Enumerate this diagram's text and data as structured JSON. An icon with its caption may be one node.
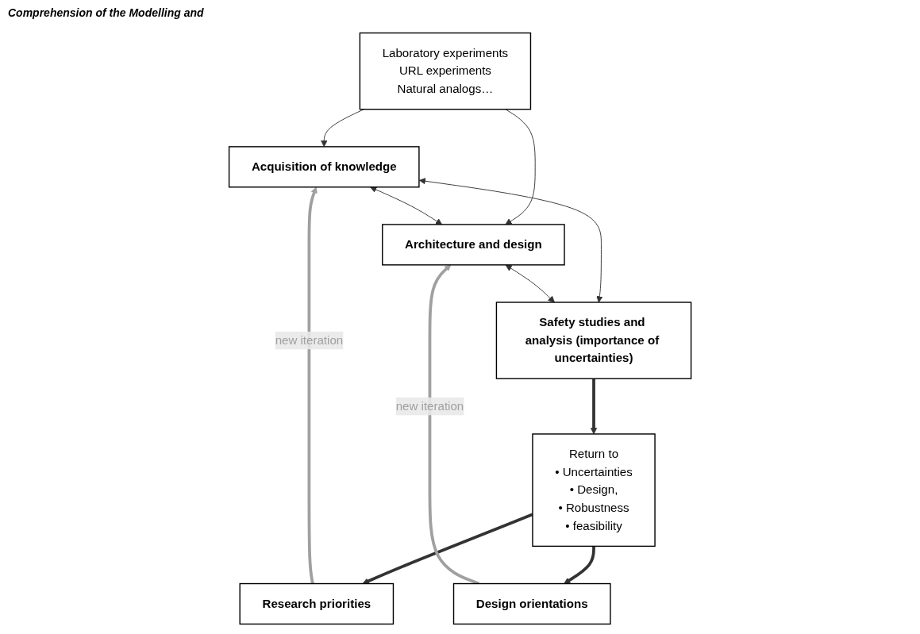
{
  "diagram": {
    "nodes": [
      {
        "text": [
          "Laboratory experiments",
          "URL experiments",
          "Natural analogs…"
        ]
      },
      {
        "text": [
          "Acquisition of knowledge"
        ]
      },
      {
        "text": [
          "Architecture and design"
        ]
      },
      {
        "text": [
          "Safety studies and analysis (importance of uncertainties)"
        ]
      },
      {
        "text": [
          "Return to",
          "• Uncertainties",
          "• Design,",
          "• Robustness",
          "• feasibility"
        ]
      },
      {
        "text": [
          "Research priorities"
        ]
      },
      {
        "text": [
          "Design orientations"
        ]
      }
    ],
    "edges": [
      {
        "from": 0,
        "to": 1,
        "arrow": "to"
      },
      {
        "from": 0,
        "to": 2,
        "arrow": "to"
      },
      {
        "from": 1,
        "to": 2,
        "arrow": "both"
      },
      {
        "from": 1,
        "to": 3,
        "arrow": "both"
      },
      {
        "from": 2,
        "to": 3,
        "arrow": "both"
      },
      {
        "from": 3,
        "to": 4,
        "arrow": "to",
        "style": "thick"
      },
      {
        "from": 4,
        "to": 5,
        "arrow": "to",
        "style": "thick"
      },
      {
        "from": 4,
        "to": 6,
        "arrow": "to",
        "style": "thick"
      },
      {
        "from": 5,
        "to": 1,
        "arrow": "to",
        "label": "new iteration",
        "style": "thick",
        "color": "#a0a0a0"
      },
      {
        "from": 6,
        "to": 2,
        "arrow": "to",
        "label": "new iteration",
        "style": "thick",
        "color": "#a0a0a0"
      }
    ],
    "labels": [
      "Comprehension of the Modelling and"
    ]
  }
}
